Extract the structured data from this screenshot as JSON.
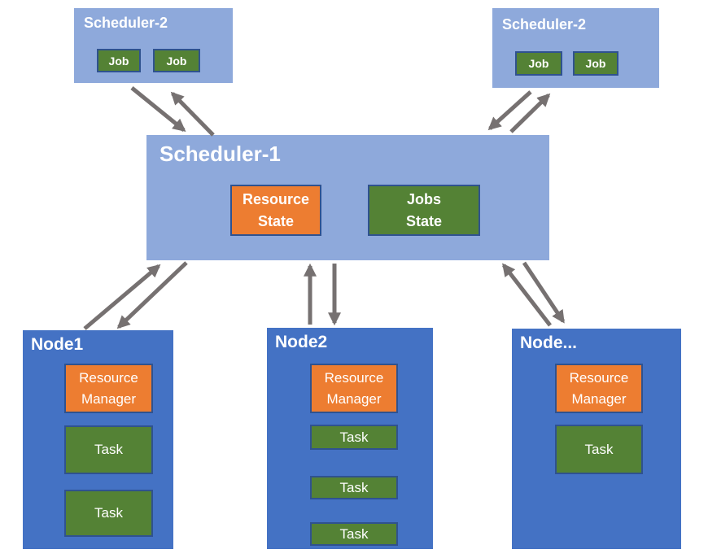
{
  "colors": {
    "scheduler_fill": "#8EA9DB",
    "node_fill": "#4472C4",
    "green_fill": "#548235",
    "orange_fill": "#ED7D31",
    "inner_border": "#2F528F",
    "arrow": "#767171",
    "text": "#FFFFFF"
  },
  "top_schedulers": [
    {
      "title": "Scheduler-2",
      "jobs": [
        "Job",
        "Job"
      ]
    },
    {
      "title": "Scheduler-2",
      "jobs": [
        "Job",
        "Job"
      ]
    }
  ],
  "main_scheduler": {
    "title": "Scheduler-1",
    "resource_state_label": "Resource\nState",
    "jobs_state_label": "Jobs\nState"
  },
  "nodes": [
    {
      "title": "Node1",
      "resource_manager_label": "Resource\nManager",
      "tasks": [
        "Task",
        "Task"
      ]
    },
    {
      "title": "Node2",
      "resource_manager_label": "Resource\nManager",
      "tasks": [
        "Task",
        "Task",
        "Task"
      ]
    },
    {
      "title": "Node...",
      "resource_manager_label": "Resource\nManager",
      "tasks": [
        "Task"
      ]
    }
  ]
}
